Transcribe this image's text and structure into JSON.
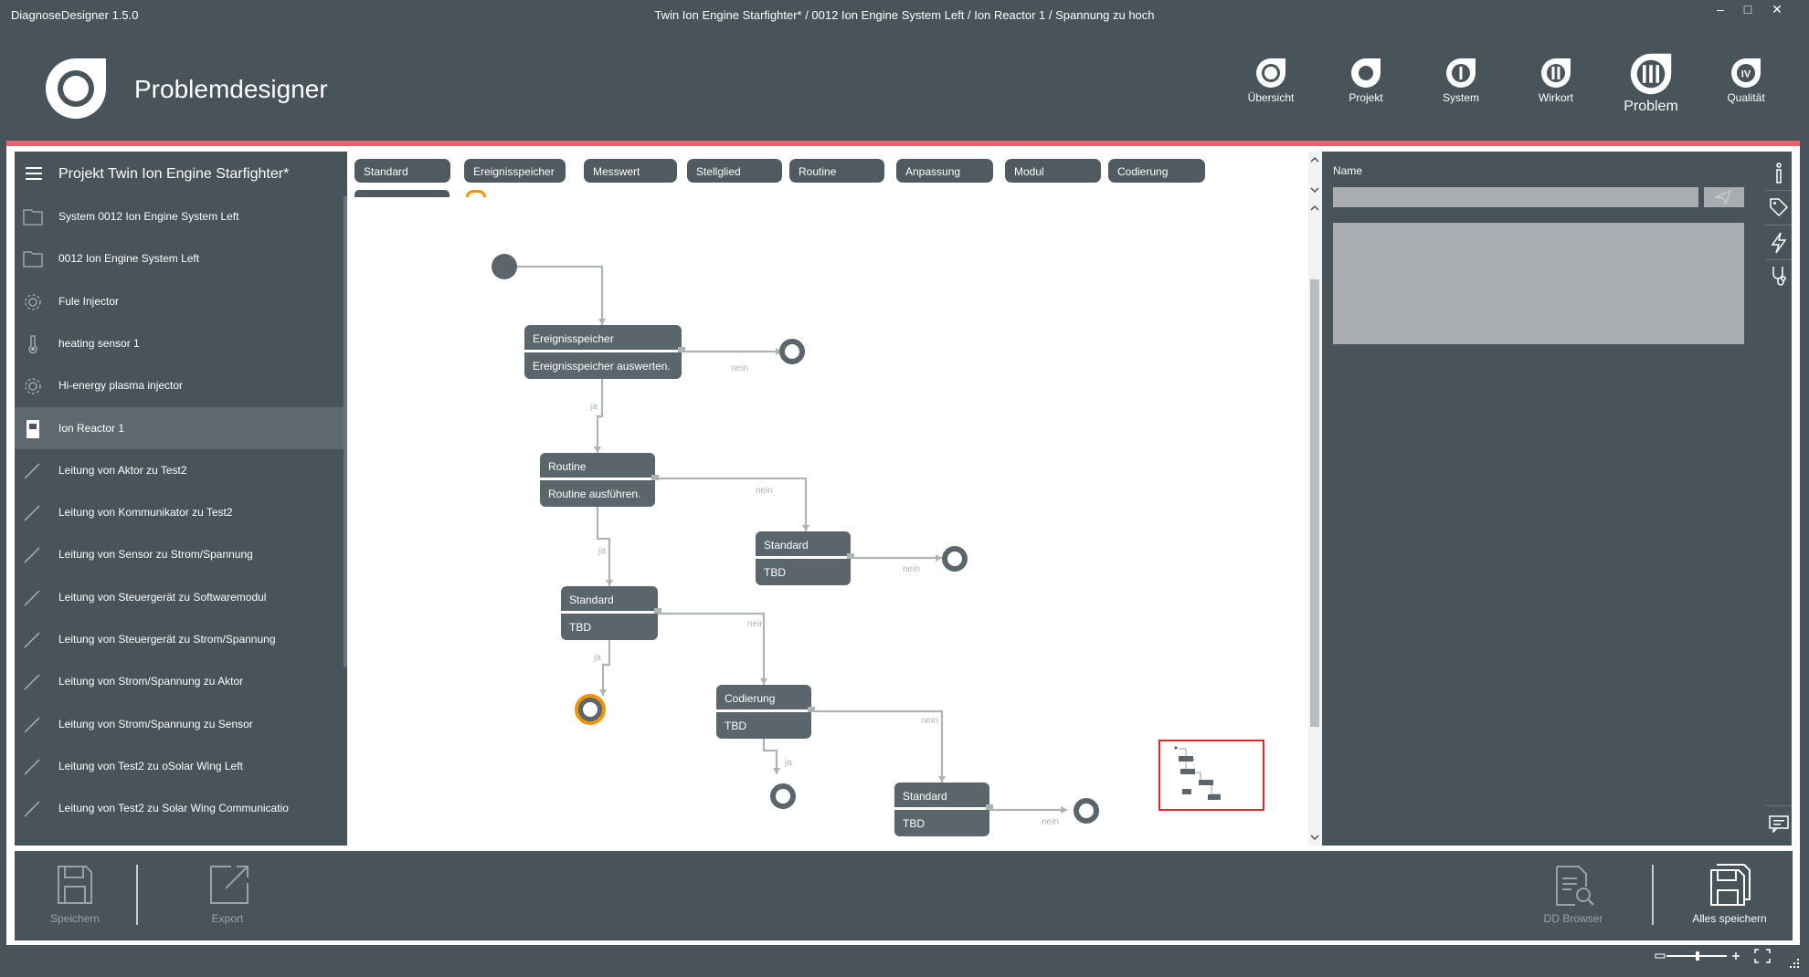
{
  "titlebar": {
    "app_name": "DiagnoseDesigner 1.5.0",
    "doc_path": "Twin Ion Engine Starfighter* / 0012 Ion Engine System Left / Ion Reactor 1 / Spannung zu hoch",
    "minimize": "–",
    "maximize": "□",
    "close": "✕"
  },
  "header": {
    "title": "Problemdesigner",
    "modules": [
      {
        "label": "Übersicht",
        "glyph": "",
        "active": false
      },
      {
        "label": "Projekt",
        "glyph": "",
        "active": false
      },
      {
        "label": "System",
        "glyph": "I",
        "active": false
      },
      {
        "label": "Wirkort",
        "glyph": "II",
        "active": false
      },
      {
        "label": "Problem",
        "glyph": "III",
        "active": true
      },
      {
        "label": "Qualität",
        "glyph": "IV",
        "active": false
      }
    ]
  },
  "colors": {
    "background": "#48535a",
    "accent": "#e8636f",
    "node": "#5b666c",
    "highlight": "#f29400",
    "minimap_border": "#e0272f"
  },
  "sidebar": {
    "title": "Projekt Twin Ion Engine Starfighter*",
    "items": [
      {
        "label": "System 0012 Ion Engine System Left",
        "icon": "folder-icon"
      },
      {
        "label": "0012 Ion Engine System Left",
        "icon": "folder-icon"
      },
      {
        "label": "Fule Injector",
        "icon": "gear-icon"
      },
      {
        "label": "heating sensor 1",
        "icon": "thermometer-icon"
      },
      {
        "label": "Hi-energy plasma injector",
        "icon": "gear-icon"
      },
      {
        "label": "Ion Reactor 1",
        "icon": "document-icon",
        "selected": true
      },
      {
        "label": "Leitung von Aktor zu Test2",
        "icon": "line-icon"
      },
      {
        "label": "Leitung von Kommunikator zu Test2",
        "icon": "line-icon"
      },
      {
        "label": "Leitung von Sensor zu Strom/Spannung",
        "icon": "line-icon"
      },
      {
        "label": "Leitung von Steuergerät zu Softwaremodul",
        "icon": "line-icon"
      },
      {
        "label": "Leitung von Steuergerät zu Strom/Spannung",
        "icon": "line-icon"
      },
      {
        "label": "Leitung von Strom/Spannung zu Aktor",
        "icon": "line-icon"
      },
      {
        "label": "Leitung von Strom/Spannung zu Sensor",
        "icon": "line-icon"
      },
      {
        "label": "Leitung von Test2  zu oSolar Wing Left",
        "icon": "line-icon"
      },
      {
        "label": "Leitung von Test2  zu Solar Wing Communicatio",
        "icon": "line-icon"
      }
    ]
  },
  "palette": [
    "Standard",
    "Ereignisspeicher",
    "Messwert",
    "Stellglied",
    "Routine",
    "Anpassung",
    "Modul",
    "Codierung"
  ],
  "flow": {
    "nodes": [
      {
        "title": "Ereignisspeicher",
        "text": "Ereignisspeicher auswerten."
      },
      {
        "title": "Routine",
        "text": "Routine ausführen."
      },
      {
        "title": "Standard",
        "text": "TBD"
      },
      {
        "title": "Standard",
        "text": "TBD"
      },
      {
        "title": "Codierung",
        "text": "TBD"
      },
      {
        "title": "Standard",
        "text": "TBD"
      }
    ],
    "yes_label": "ja",
    "no_label": "nein"
  },
  "rightpanel": {
    "name_label": "Name",
    "name_value": "",
    "description": ""
  },
  "bottombar": {
    "save": "Speichern",
    "export": "Export",
    "dd_browser": "DD Browser",
    "save_all": "Alles speichern"
  }
}
